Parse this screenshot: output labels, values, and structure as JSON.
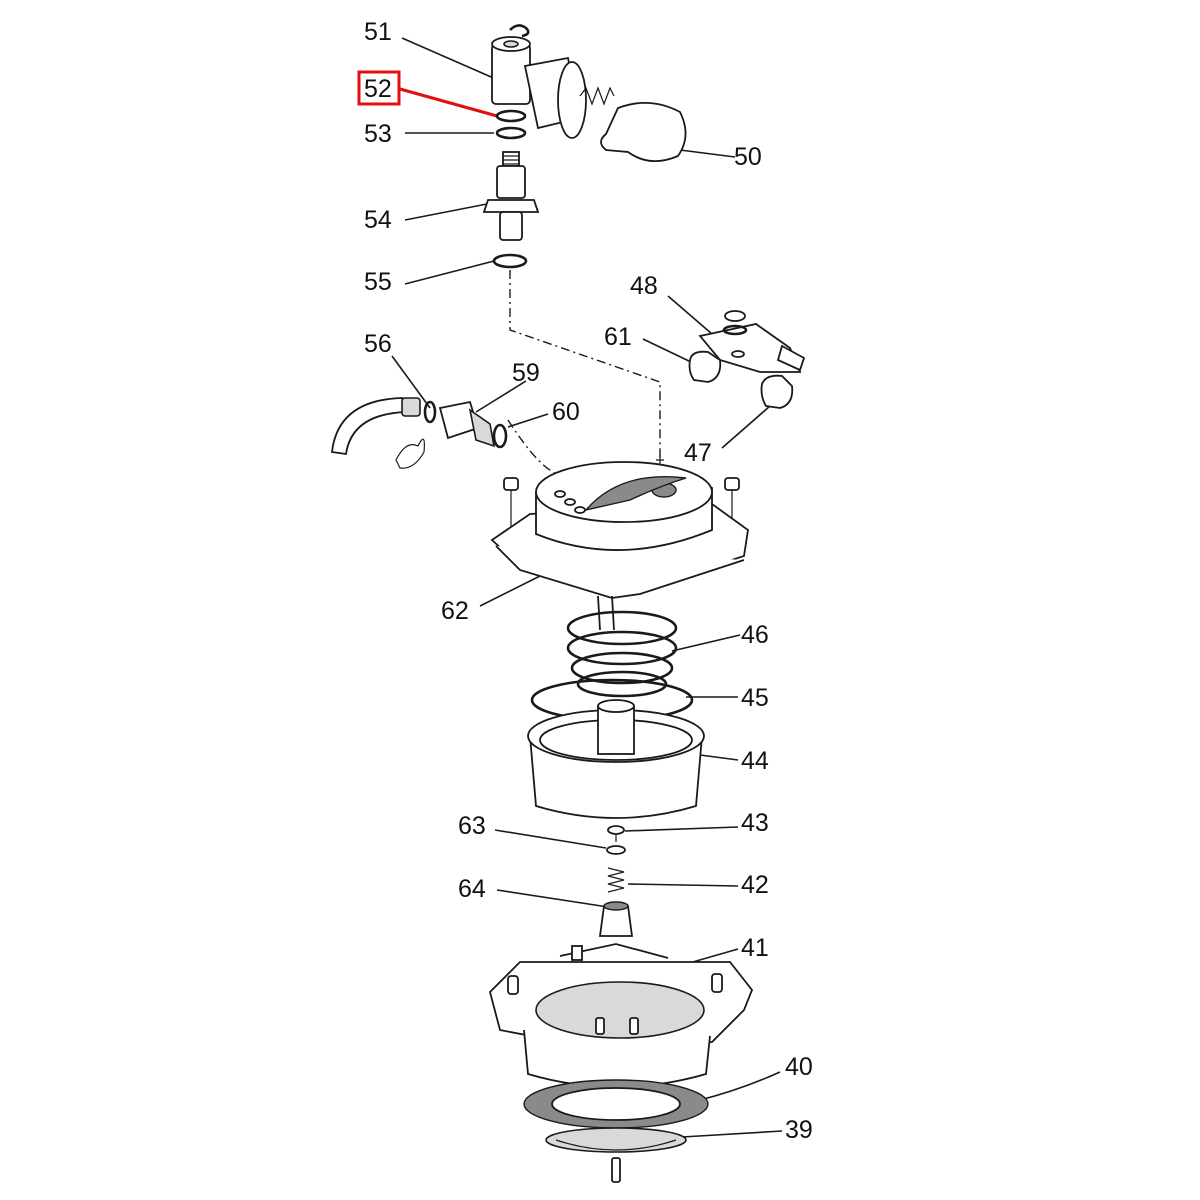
{
  "diagram": {
    "highlight_color": "#e01010",
    "highlighted_part": "52",
    "labels": [
      "51",
      "52",
      "53",
      "50",
      "54",
      "55",
      "48",
      "61",
      "56",
      "59",
      "60",
      "47",
      "62",
      "46",
      "45",
      "44",
      "63",
      "43",
      "42",
      "64",
      "41",
      "40",
      "39"
    ]
  }
}
